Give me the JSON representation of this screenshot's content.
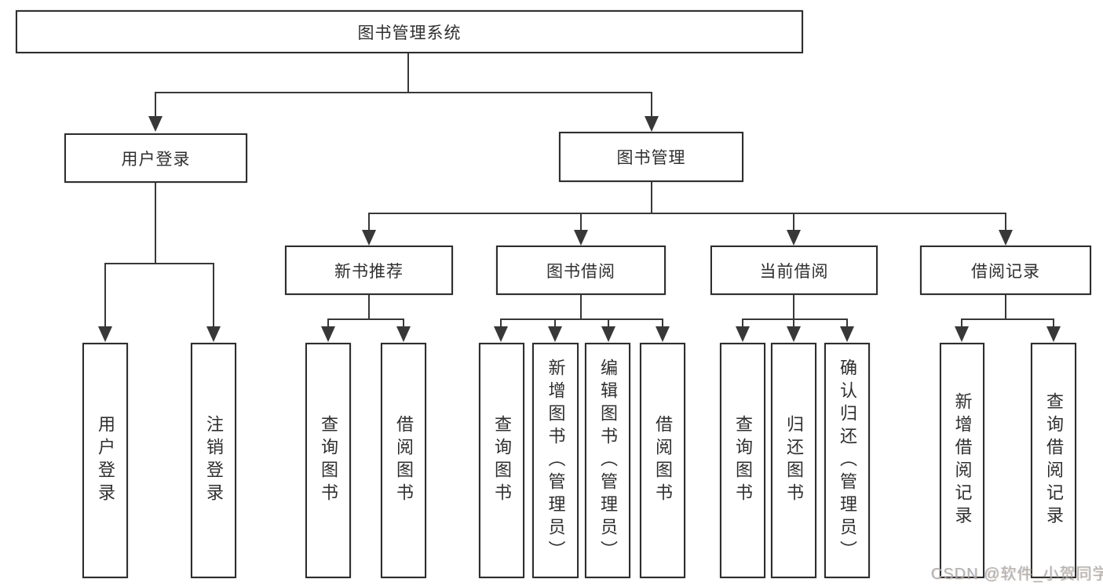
{
  "watermark": "CSDN @软件_小贺同学",
  "colors": {
    "line": "#383838",
    "box_border": "#2e2e2e",
    "text": "#2f2f2f",
    "watermark_text": "#aaaaaa",
    "background": "#ffffff"
  },
  "tree": {
    "root": {
      "label": "图书管理系统"
    },
    "branches": [
      {
        "label": "用户登录",
        "children": [
          {
            "label": "用户登录"
          },
          {
            "label": "注销登录"
          }
        ]
      },
      {
        "label": "图书管理",
        "groups": [
          {
            "label": "新书推荐",
            "children": [
              {
                "label": "查询图书"
              },
              {
                "label": "借阅图书"
              }
            ]
          },
          {
            "label": "图书借阅",
            "children": [
              {
                "label": "查询图书"
              },
              {
                "label": "新增图书（管理员）"
              },
              {
                "label": "编辑图书（管理员）"
              },
              {
                "label": "借阅图书"
              }
            ]
          },
          {
            "label": "当前借阅",
            "children": [
              {
                "label": "查询图书"
              },
              {
                "label": "归还图书"
              },
              {
                "label": "确认归还（管理员）"
              }
            ]
          },
          {
            "label": "借阅记录",
            "children": [
              {
                "label": "新增借阅记录"
              },
              {
                "label": "查询借阅记录"
              }
            ]
          }
        ]
      }
    ]
  }
}
